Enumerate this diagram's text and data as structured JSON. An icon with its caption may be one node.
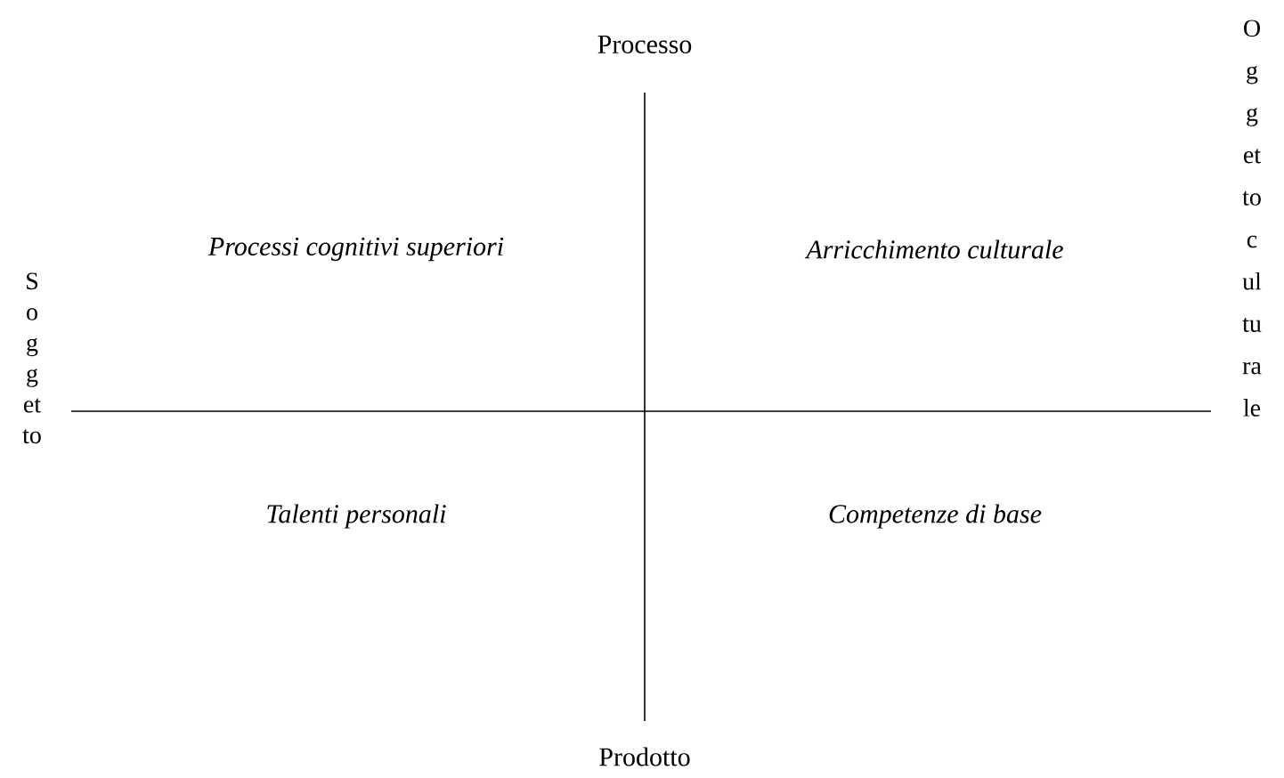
{
  "diagram": {
    "labels": [
      "Processo",
      "Oggetto culturale",
      "Soggetto",
      "Processi cognitivi superiori",
      "Arricchimento culturale",
      "Talenti personali",
      "Competenze di base",
      "Prodotto"
    ]
  }
}
